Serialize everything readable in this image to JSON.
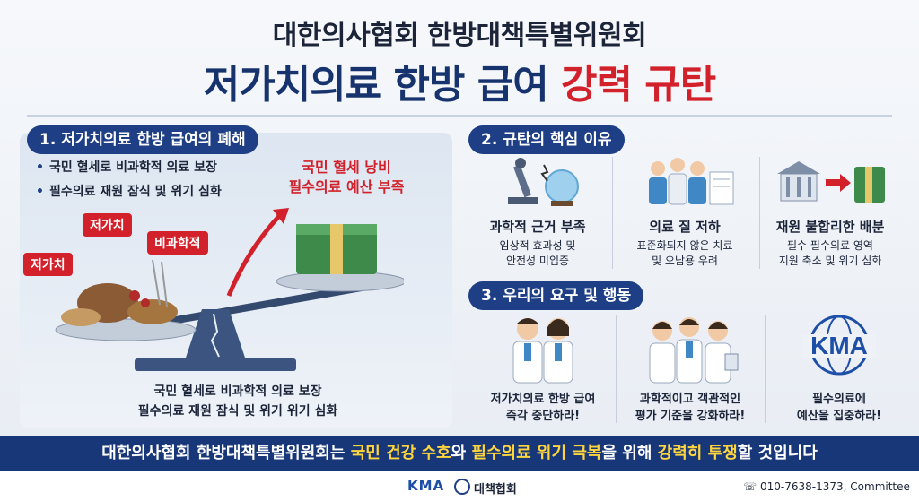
{
  "header": {
    "title_line1": "대한의사협회 한방대책특별위원회",
    "title_line2_main": "저가치의료 한방 급여 ",
    "title_line2_accent": "강력 규탄"
  },
  "section1": {
    "heading": "1. 저가치의료 한방 급여의 폐해",
    "bullets": [
      "국민 혈세로 비과학적 의료 보장",
      "필수의료 재원 잠식 및 위기 심화"
    ],
    "waste_line1": "국민 혈세 낭비",
    "waste_line2": "필수의료 예산 부족",
    "tag_low_value_1": "저가치",
    "tag_low_value_2": "저가치",
    "tag_unscientific": "비과학적",
    "caption_line1": "국민 혈세로 비과학적 의료 보장",
    "caption_line2": "필수의료 재원 잠식 및 위기 위기 심화"
  },
  "section2": {
    "heading": "2. 규탄의 핵심 이유",
    "reasons": [
      {
        "title": "과학적 근거 부족",
        "desc1": "임상적 효과성 및",
        "desc2": "안전성 미입증",
        "icon": "microscope-crystal-ball-icon"
      },
      {
        "title": "의료 질 저하",
        "desc1": "표준화되지 않은 치료",
        "desc2": "및 오남용 우려",
        "icon": "medical-staff-documents-icon"
      },
      {
        "title": "재원 불합리한 배분",
        "desc1": "필수 필수의료 영역",
        "desc2": "지원 축소 및 위기 심화",
        "icon": "building-money-icon"
      }
    ]
  },
  "section3": {
    "heading": "3. 우리의 요구 및 행동",
    "demands": [
      {
        "line1": "저가치의료 한방 급여",
        "line2": "즉각 중단하라!",
        "icon": "two-doctors-icon"
      },
      {
        "line1": "과학적이고 객관적인",
        "line2": "평가 기준을 강화하라!",
        "icon": "three-doctors-icon"
      },
      {
        "line1": "필수의료에",
        "line2": "예산을 집중하라!",
        "icon": "kma-logo-icon",
        "logo_text": "KMA"
      }
    ]
  },
  "banner": {
    "part1": "대한의사협회 한방대책특별위원회는 ",
    "hl1": "국민 건강 수호",
    "part2": "와 ",
    "hl2": "필수의료 위기 극복",
    "part3": "을 위해 ",
    "hl3": "강력히 투쟁",
    "part4": "할 것입니다"
  },
  "footer": {
    "logo": "KMA",
    "org": "대책협회",
    "contact": "010-7638-1373, Committee"
  },
  "colors": {
    "navy": "#1e3f86",
    "red": "#d2212b",
    "yellow": "#ffd53d",
    "banner": "#183778"
  }
}
